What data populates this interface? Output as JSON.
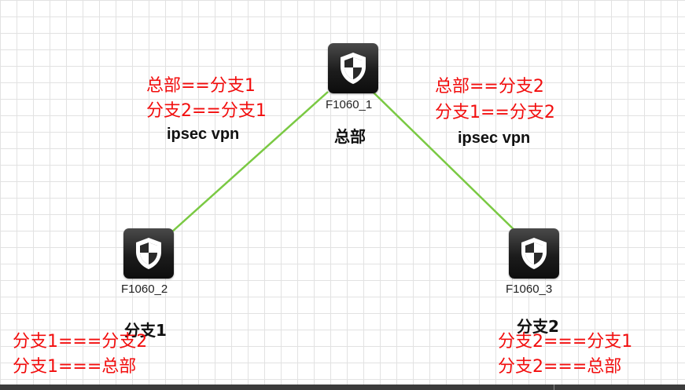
{
  "colors": {
    "link": "#7ac943",
    "annotation": "#f20d0d",
    "device_body": "#1c1c1c"
  },
  "devices": [
    {
      "id": "hq",
      "name": "F1060_1",
      "site": "总部",
      "icon": "firewall-shield-icon"
    },
    {
      "id": "branch1",
      "name": "F1060_2",
      "site": "分支1",
      "icon": "firewall-shield-icon"
    },
    {
      "id": "branch2",
      "name": "F1060_3",
      "site": "分支2",
      "icon": "firewall-shield-icon"
    }
  ],
  "links": [
    {
      "from": "hq",
      "to": "branch1",
      "label": "ipsec vpn"
    },
    {
      "from": "hq",
      "to": "branch2",
      "label": "ipsec vpn"
    }
  ],
  "annotations": {
    "left_link": [
      "总部==分支1",
      "分支2==分支1"
    ],
    "right_link": [
      "总部==分支2",
      "分支1==分支2"
    ],
    "branch1": [
      "分支1===分支2",
      "分支1===总部"
    ],
    "branch2": [
      "分支2===分支1",
      "分支2===总部"
    ]
  }
}
